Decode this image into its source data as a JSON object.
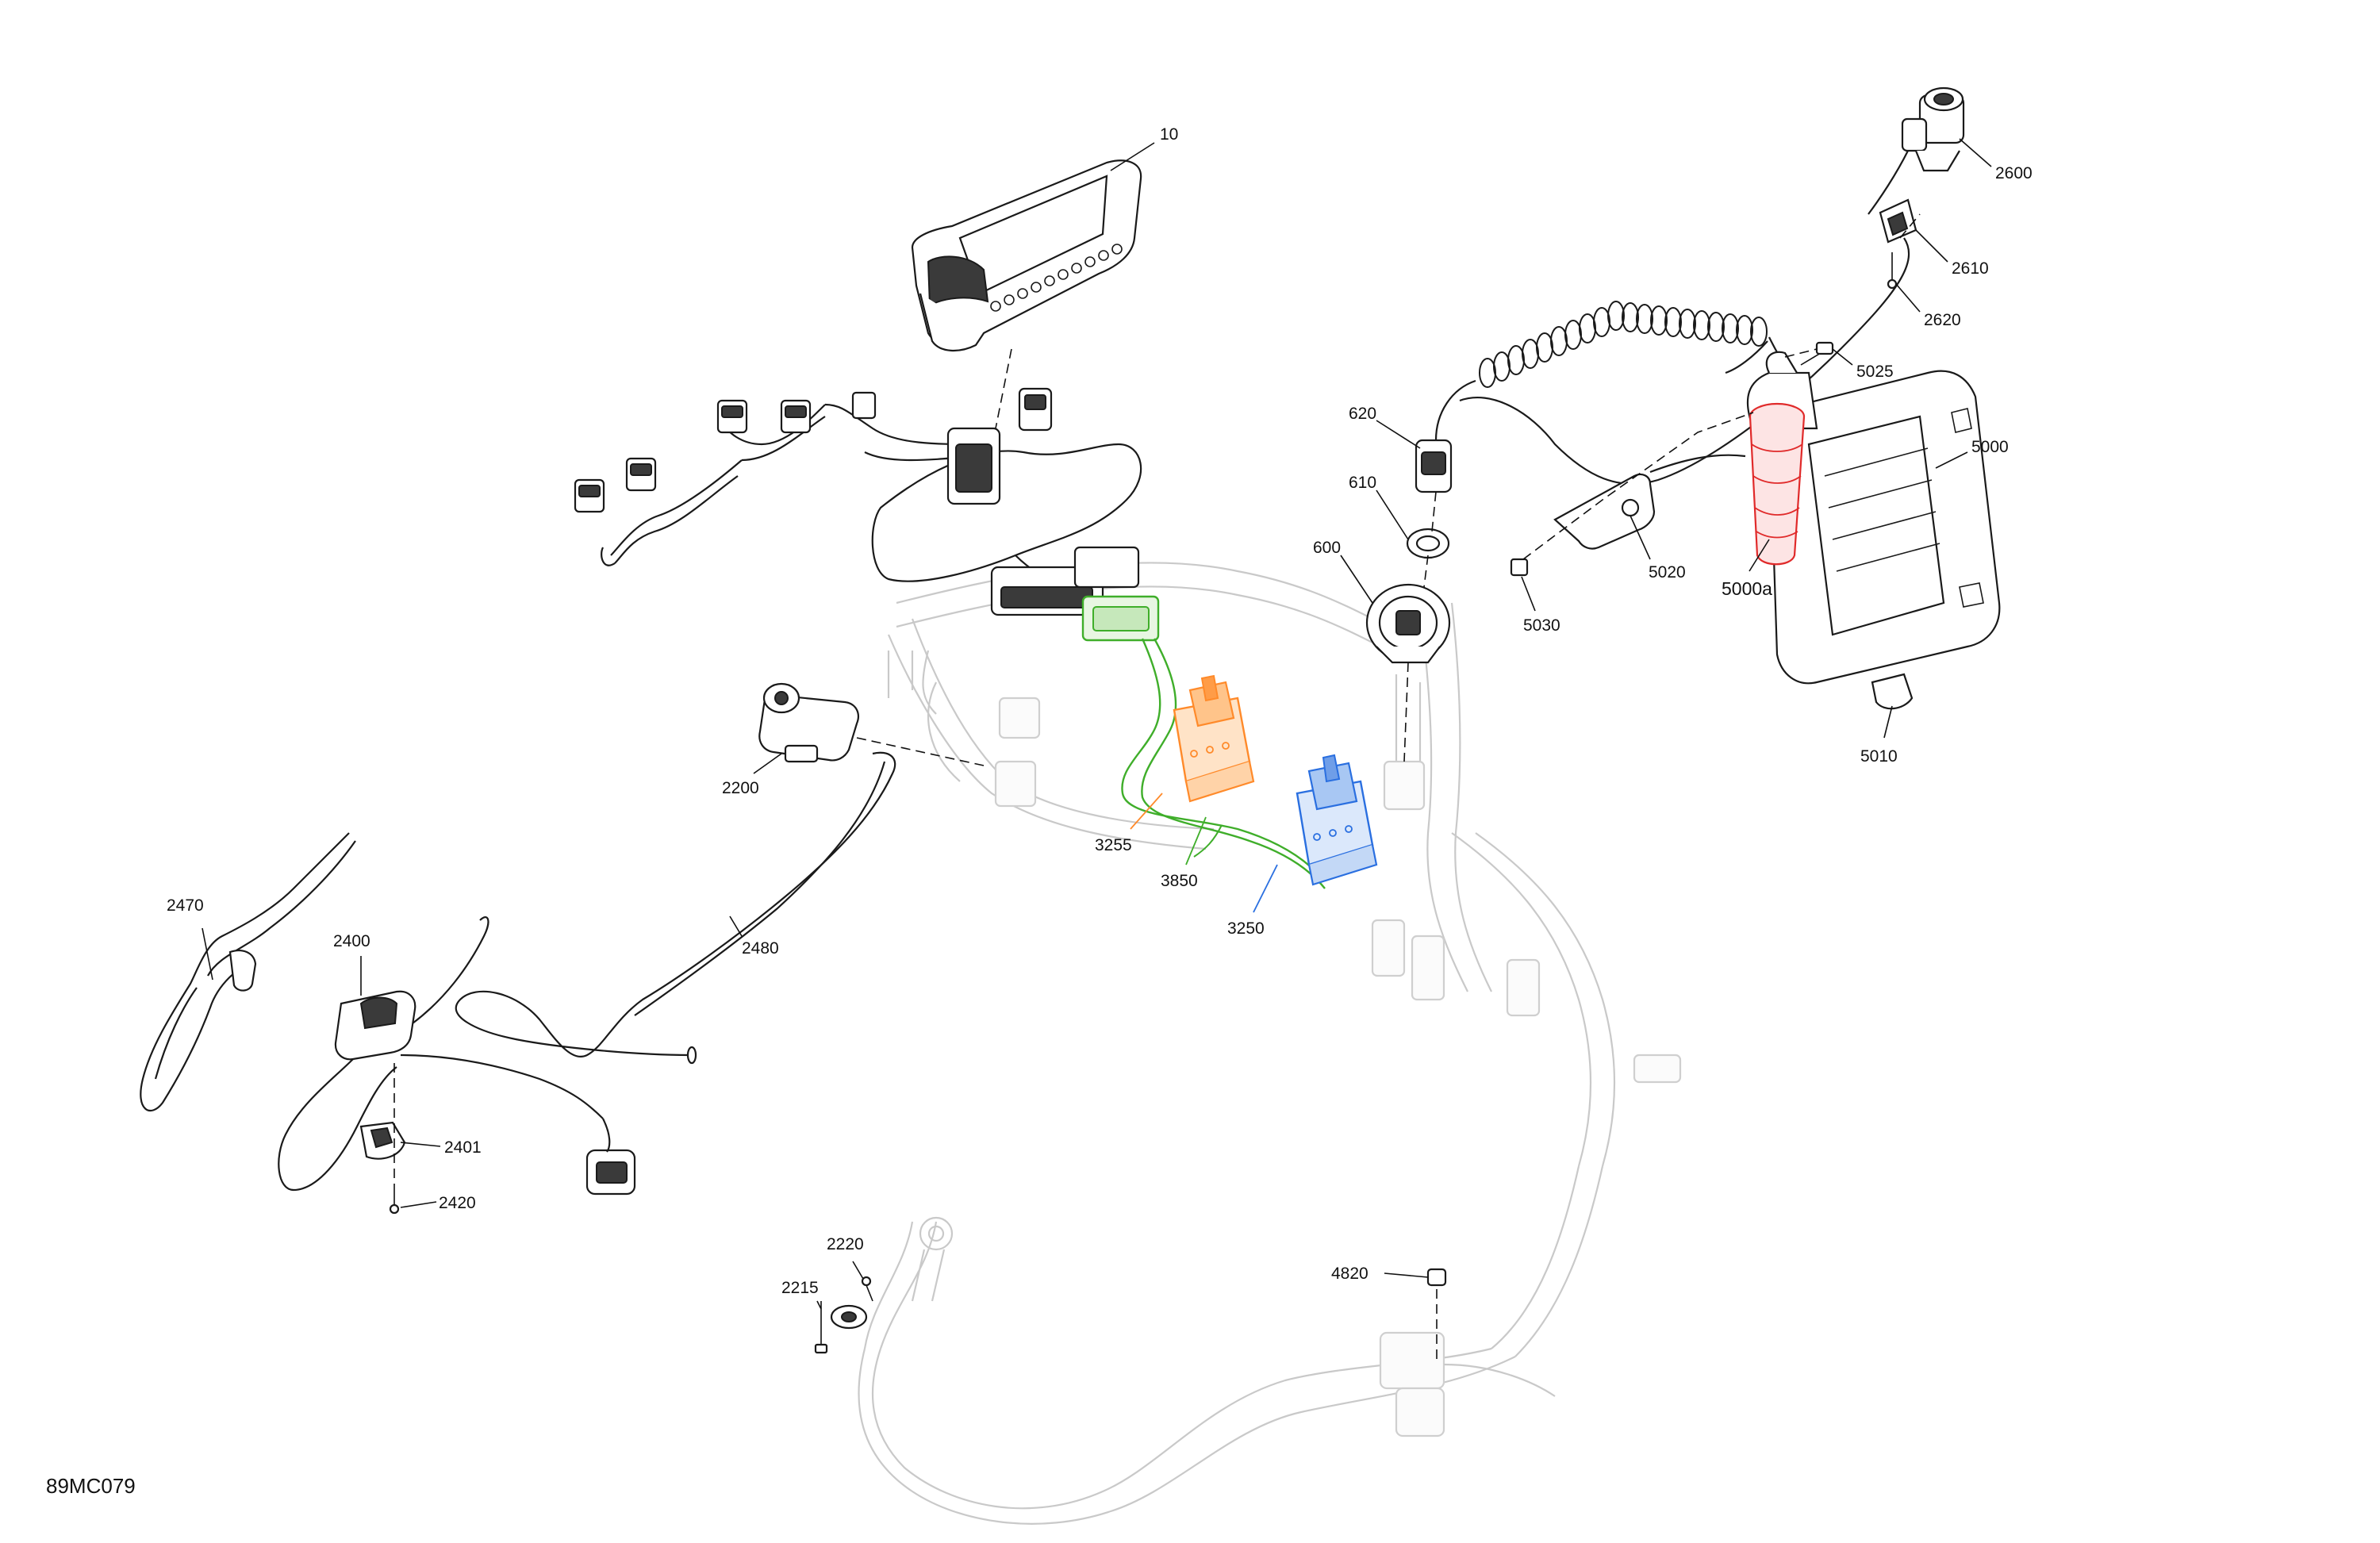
{
  "diagram": {
    "reference_code": "89MC079",
    "colors": {
      "orange_part": "#ff8a2a",
      "green_part": "#3fae2a",
      "blue_part": "#2a6fe0",
      "red_part": "#e02a2a",
      "line": "#111111",
      "ghost": "#c9c9c9"
    },
    "callouts": [
      {
        "id": "c10",
        "text": "10"
      },
      {
        "id": "c2600",
        "text": "2600"
      },
      {
        "id": "c2610",
        "text": "2610"
      },
      {
        "id": "c2620",
        "text": "2620"
      },
      {
        "id": "c5025",
        "text": "5025"
      },
      {
        "id": "c5000",
        "text": "5000"
      },
      {
        "id": "c5000a",
        "text": "5000a"
      },
      {
        "id": "c5010",
        "text": "5010"
      },
      {
        "id": "c5020",
        "text": "5020"
      },
      {
        "id": "c5030",
        "text": "5030"
      },
      {
        "id": "c620",
        "text": "620"
      },
      {
        "id": "c610",
        "text": "610"
      },
      {
        "id": "c600",
        "text": "600"
      },
      {
        "id": "c2200",
        "text": "2200"
      },
      {
        "id": "c3255",
        "text": "3255"
      },
      {
        "id": "c3850",
        "text": "3850"
      },
      {
        "id": "c3250",
        "text": "3250"
      },
      {
        "id": "c2470",
        "text": "2470"
      },
      {
        "id": "c2400",
        "text": "2400"
      },
      {
        "id": "c2480",
        "text": "2480"
      },
      {
        "id": "c2401",
        "text": "2401"
      },
      {
        "id": "c2420",
        "text": "2420"
      },
      {
        "id": "c2220",
        "text": "2220"
      },
      {
        "id": "c2215",
        "text": "2215"
      },
      {
        "id": "c4820",
        "text": "4820"
      }
    ]
  }
}
